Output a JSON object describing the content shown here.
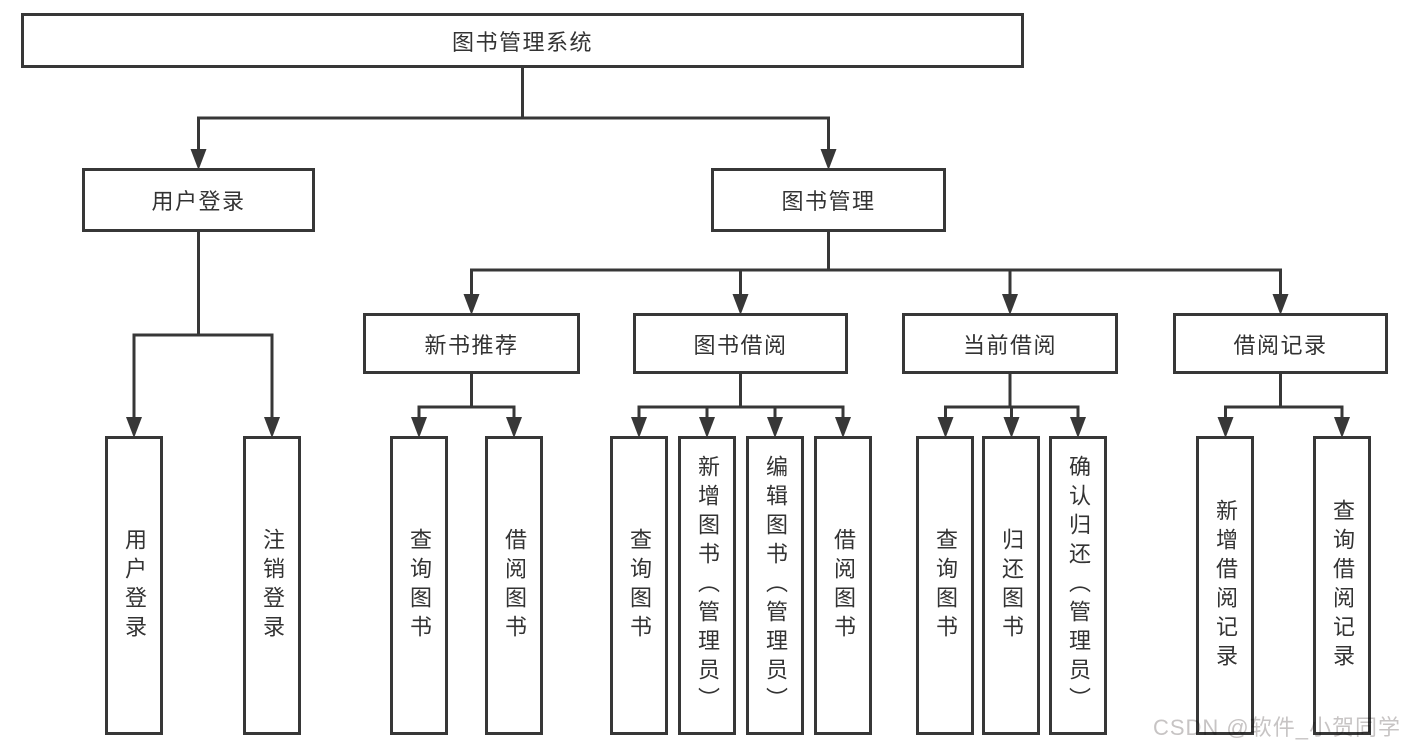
{
  "colors": {
    "line": "#373737",
    "box_border": "#373737",
    "text": "#333333",
    "background": "#ffffff",
    "watermark": "#c7c4c4"
  },
  "watermark": "CSDN @软件_小贺同学",
  "tree": {
    "id": "system",
    "label": "图书管理系统",
    "children": [
      {
        "id": "user-login",
        "label": "用户登录",
        "children": [
          {
            "id": "login",
            "label": "用户登录"
          },
          {
            "id": "logout",
            "label": "注销登录"
          }
        ]
      },
      {
        "id": "book-management",
        "label": "图书管理",
        "children": [
          {
            "id": "new-book-recommend",
            "label": "新书推荐",
            "children": [
              {
                "id": "nbr-query-book",
                "label": "查询图书"
              },
              {
                "id": "nbr-borrow-book",
                "label": "借阅图书"
              }
            ]
          },
          {
            "id": "book-borrow",
            "label": "图书借阅",
            "children": [
              {
                "id": "bb-query-book",
                "label": "查询图书"
              },
              {
                "id": "bb-add-book",
                "label": "新增图书（管理员）"
              },
              {
                "id": "bb-edit-book",
                "label": "编辑图书（管理员）"
              },
              {
                "id": "bb-borrow-book",
                "label": "借阅图书"
              }
            ]
          },
          {
            "id": "current-borrow",
            "label": "当前借阅",
            "children": [
              {
                "id": "cb-query-book",
                "label": "查询图书"
              },
              {
                "id": "cb-return-book",
                "label": "归还图书"
              },
              {
                "id": "cb-confirm-return",
                "label": "确认归还（管理员）"
              }
            ]
          },
          {
            "id": "borrow-records",
            "label": "借阅记录",
            "children": [
              {
                "id": "br-add-record",
                "label": "新增借阅记录"
              },
              {
                "id": "br-query-record",
                "label": "查询借阅记录"
              }
            ]
          }
        ]
      }
    ]
  }
}
